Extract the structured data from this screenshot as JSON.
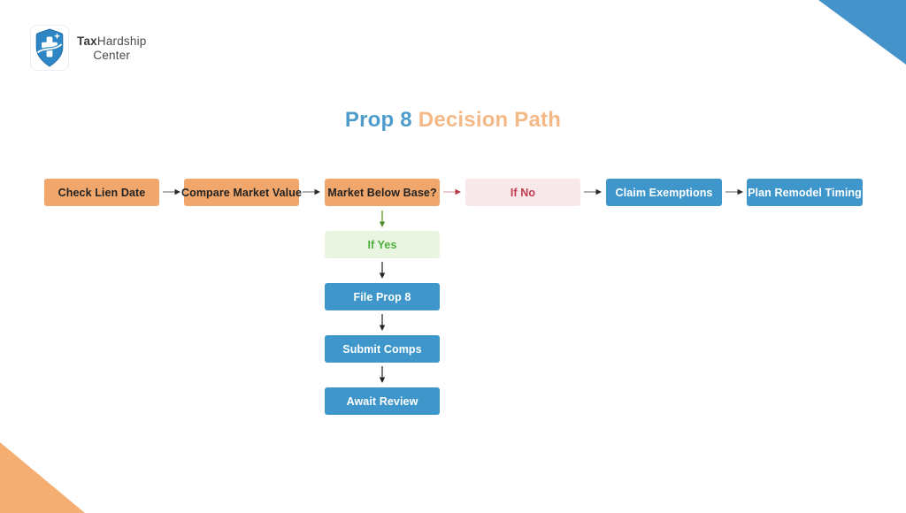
{
  "logo": {
    "brand_part1": "Tax",
    "brand_part2": "Hardship",
    "brand_line2": "Center"
  },
  "title": {
    "part1": "Prop 8",
    "part2": "Decision Path"
  },
  "flow": {
    "main_row": [
      {
        "label": "Check Lien Date",
        "type": "step",
        "color": "orange"
      },
      {
        "label": "Compare Market Value",
        "type": "step",
        "color": "orange"
      },
      {
        "label": "Market Below Base?",
        "type": "decision",
        "color": "orange"
      },
      {
        "label": "If No",
        "type": "condition",
        "color": "pink"
      },
      {
        "label": "Claim Exemptions",
        "type": "action",
        "color": "blue"
      },
      {
        "label": "Plan Remodel Timing",
        "type": "action",
        "color": "blue"
      }
    ],
    "yes_branch": [
      {
        "label": "If Yes",
        "type": "condition",
        "color": "green"
      },
      {
        "label": "File Prop 8",
        "type": "action",
        "color": "blue"
      },
      {
        "label": "Submit Comps",
        "type": "action",
        "color": "blue"
      },
      {
        "label": "Await Review",
        "type": "action",
        "color": "blue"
      }
    ]
  },
  "colors": {
    "box_orange": "#F1A76C",
    "box_blue": "#3E96CB",
    "pink_bg": "#F8E8EA",
    "pink_text": "#C23B4E",
    "green_bg": "#E9F5E0",
    "green_text": "#4CB13C",
    "title_blue": "#4E9CCB",
    "title_orange": "#F5B987",
    "triangle_blue": "#4593CB",
    "triangle_orange": "#F5AE71",
    "shield_blue": "#2E86C4",
    "arrow_gray_line": "#9C9C9C",
    "arrow_dark_head": "#2B2B2B",
    "arrow_pink_line": "#E5C3C9",
    "arrow_red_head": "#B23A48",
    "arrow_green_line": "#86B14A",
    "arrow_green_head": "#56892B"
  }
}
